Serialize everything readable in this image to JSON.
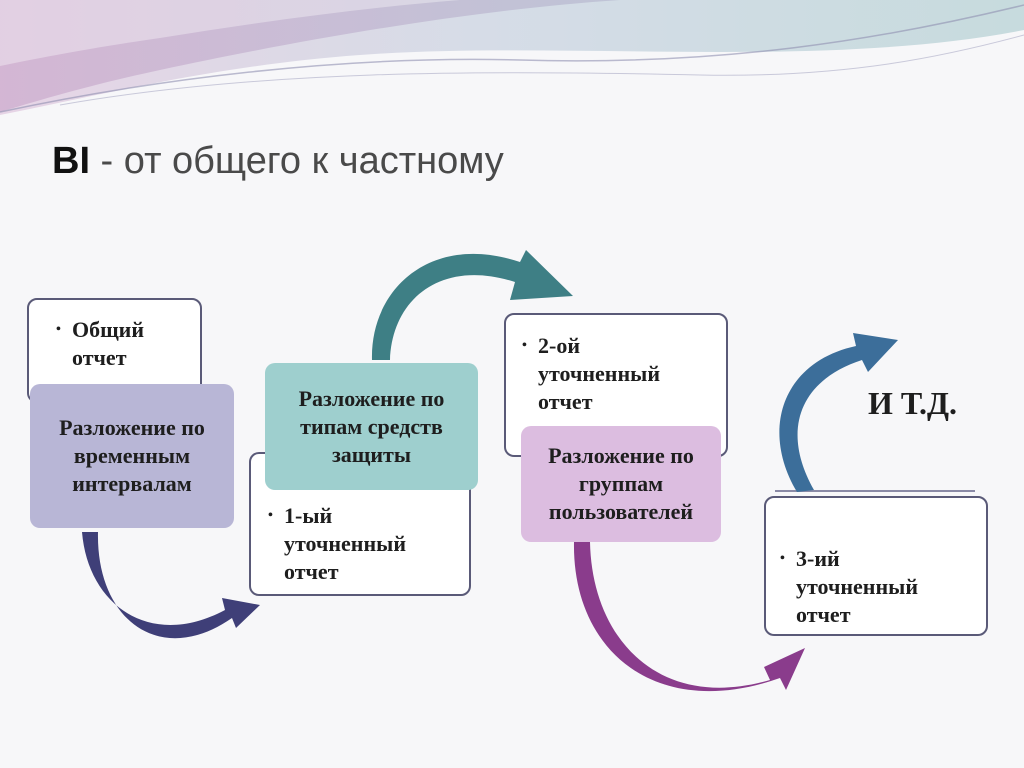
{
  "slide": {
    "title_bold": "BI",
    "title_rest": " - от общего к частному",
    "etc_label": "И  Т.Д."
  },
  "boxes": {
    "general_report": "Общий отчет",
    "refined_1": "1-ый уточненный отчет",
    "refined_2": "2-ой уточненный отчет",
    "refined_3": "3-ий уточненный отчет"
  },
  "cards": {
    "by_time": "Разложение по временным интервалам",
    "by_protection": "Разложение по типам средств защиты",
    "by_users": "Разложение по группам пользователей"
  },
  "colors": {
    "card_time": "#b8b6d6",
    "card_protection": "#9ecfce",
    "card_users": "#dcbde0",
    "arrow_1": "#3f3f78",
    "arrow_2": "#3e7f85",
    "arrow_3": "#8a3c8c",
    "arrow_4": "#3c6e9a"
  }
}
